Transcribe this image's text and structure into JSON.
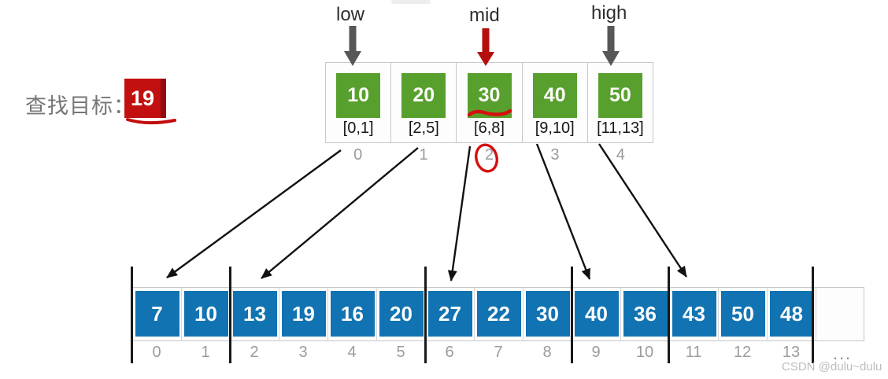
{
  "target": {
    "label": "查找目标：",
    "value": "19"
  },
  "pointers": {
    "low": "low",
    "mid": "mid",
    "high": "high"
  },
  "index_table": {
    "blocks": [
      {
        "max": "10",
        "range": "[0,1]",
        "index": "0"
      },
      {
        "max": "20",
        "range": "[2,5]",
        "index": "1"
      },
      {
        "max": "30",
        "range": "[6,8]",
        "index": "2"
      },
      {
        "max": "40",
        "range": "[9,10]",
        "index": "3"
      },
      {
        "max": "50",
        "range": "[11,13]",
        "index": "4"
      }
    ],
    "mid_block_index_circled": "2"
  },
  "main_array": {
    "cells": [
      {
        "value": "7",
        "index": "0"
      },
      {
        "value": "10",
        "index": "1"
      },
      {
        "value": "13",
        "index": "2"
      },
      {
        "value": "19",
        "index": "3"
      },
      {
        "value": "16",
        "index": "4"
      },
      {
        "value": "20",
        "index": "5"
      },
      {
        "value": "27",
        "index": "6"
      },
      {
        "value": "22",
        "index": "7"
      },
      {
        "value": "30",
        "index": "8"
      },
      {
        "value": "40",
        "index": "9"
      },
      {
        "value": "36",
        "index": "10"
      },
      {
        "value": "43",
        "index": "11"
      },
      {
        "value": "50",
        "index": "12"
      },
      {
        "value": "48",
        "index": "13"
      }
    ],
    "ellipsis": "..."
  },
  "watermark": "CSDN @dulu~dulu",
  "colors": {
    "block_green": "#58a02e",
    "cell_blue": "#1173b2",
    "target_red": "#c21010",
    "annotation_red": "#d50f0f",
    "pointer_gray": "#575757",
    "mid_pointer_red": "#b50e0e",
    "index_gray": "#9b9b9b",
    "divider_black": "#191919"
  }
}
